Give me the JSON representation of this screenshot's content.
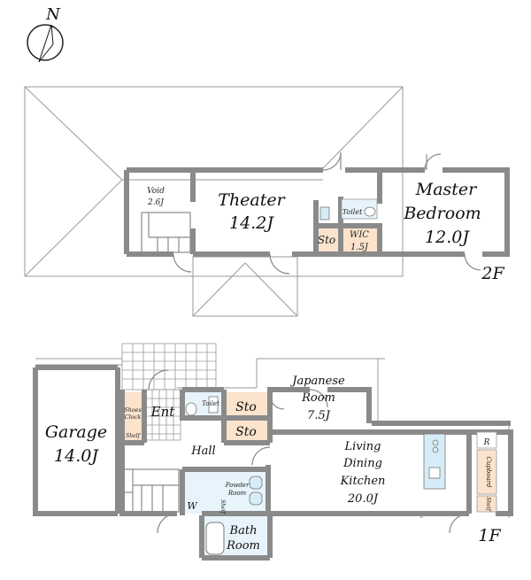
{
  "compass": {
    "label": "N"
  },
  "floor2": {
    "label": "2F",
    "rooms": {
      "void": {
        "name": "Void",
        "size": "2.6J"
      },
      "theater": {
        "name": "Theater",
        "size": "14.2J"
      },
      "master": {
        "name_line1": "Master",
        "name_line2": "Bedroom",
        "size": "12.0J"
      },
      "toilet": {
        "name": "Toilet"
      },
      "sto": {
        "name": "Sto"
      },
      "wic": {
        "name": "WIC",
        "size": "1.5J"
      }
    }
  },
  "floor1": {
    "label": "1F",
    "rooms": {
      "garage": {
        "name": "Garage",
        "size": "14.0J"
      },
      "shoes": {
        "line1": "Shoes",
        "line2": "Clock"
      },
      "shelf1": {
        "name": "Shelf"
      },
      "ent": {
        "name": "Ent"
      },
      "toilet": {
        "name": "Toilet"
      },
      "sto1": {
        "name": "Sto"
      },
      "sto2": {
        "name": "Sto"
      },
      "japanese": {
        "name_line1": "Japanese",
        "name_line2": "Room",
        "size": "7.5J"
      },
      "hall": {
        "name": "Hall"
      },
      "ldk": {
        "line1": "Living",
        "line2": "Dining",
        "line3": "Kitchen",
        "size": "20.0J"
      },
      "powder": {
        "line1": "Powder",
        "line2": "Room"
      },
      "w": {
        "name": "W"
      },
      "shelf2": {
        "name": "Shelf"
      },
      "bath": {
        "line1": "Bath",
        "line2": "Room"
      },
      "r": {
        "name": "R"
      },
      "cupboard": {
        "name": "Cupboard"
      },
      "shelf3": {
        "name": "Shelf"
      }
    }
  }
}
